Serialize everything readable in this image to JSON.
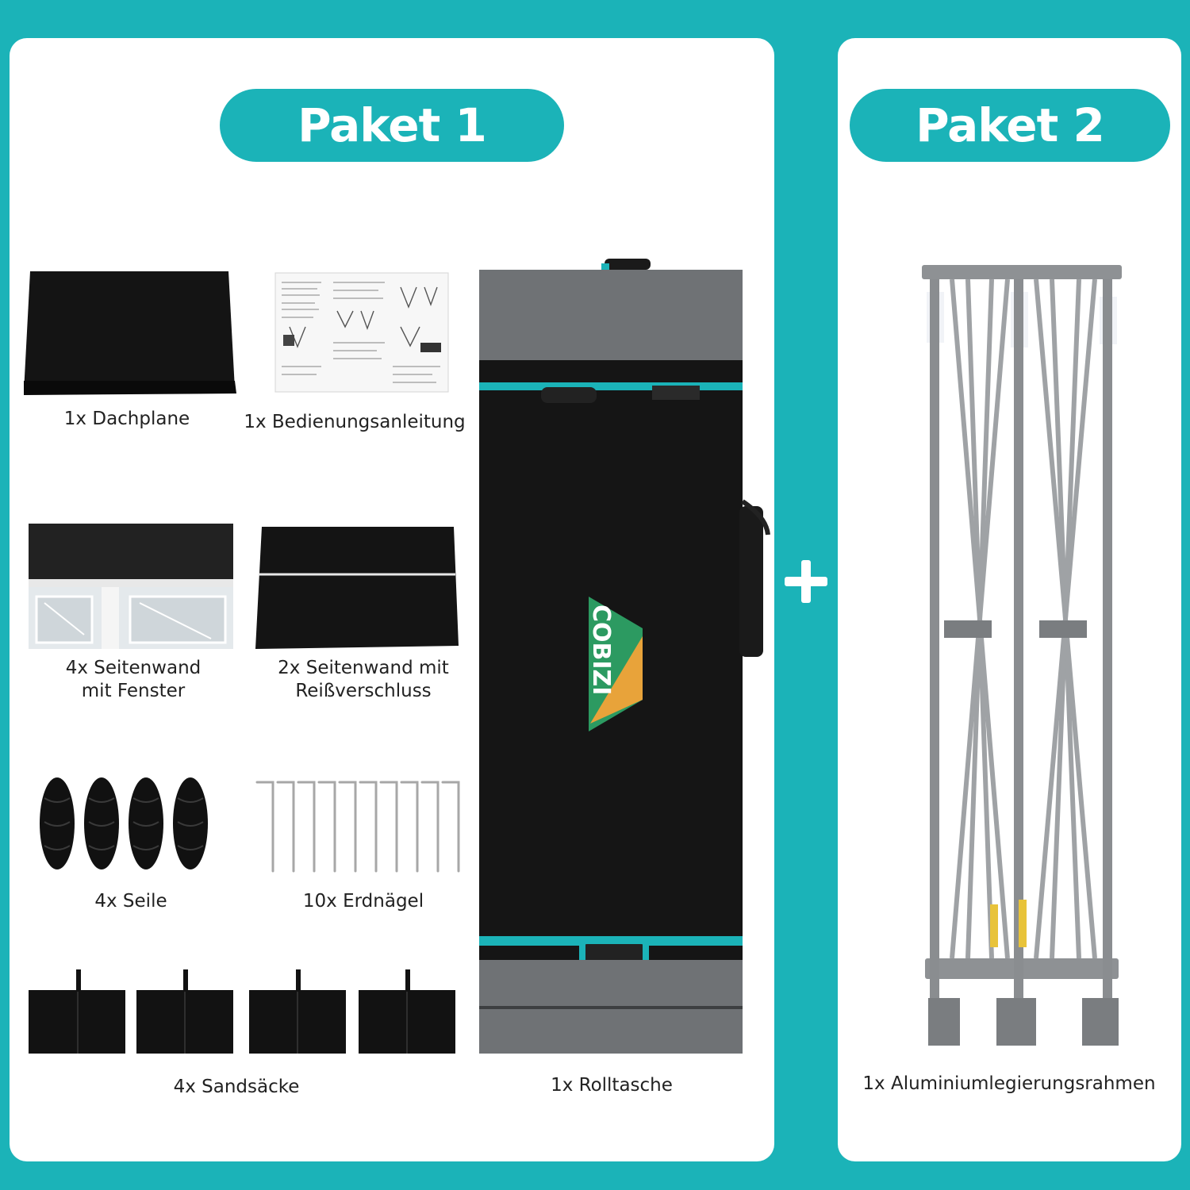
{
  "packages": {
    "p1": {
      "title": "Paket 1",
      "items": {
        "roof": "1x Dachplane",
        "manual": "1x Bedienungsanleitung",
        "walls_window": "4x Seitenwand\nmit Fenster",
        "walls_zip": "2x Seitenwand mit\nReißverschluss",
        "ropes": "4x Seile",
        "stakes": "10x Erdnägel",
        "sandbags": "4x Sandsäcke",
        "bag": "1x Rolltasche"
      }
    },
    "p2": {
      "title": "Paket 2",
      "items": {
        "frame": "1x Aluminiumlegierungsrahmen"
      }
    }
  },
  "brand": {
    "logo_text": "COBIZI"
  },
  "colors": {
    "accent": "#1bb3b8",
    "black": "#151515",
    "gray": "#6f7275"
  }
}
